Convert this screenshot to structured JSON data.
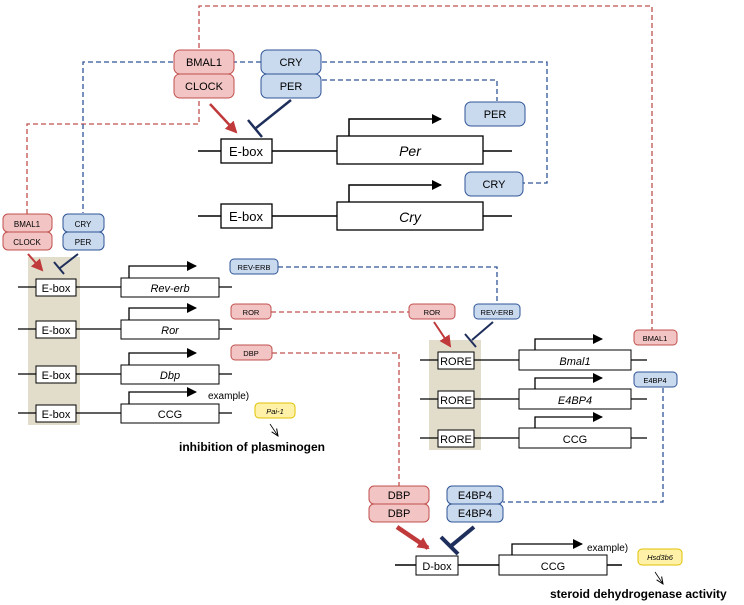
{
  "colors": {
    "red_fill": "#f2c4c4",
    "red_stroke": "#c0504d",
    "blue_fill": "#c9d9ee",
    "blue_stroke": "#2f5597",
    "yellow_fill": "#fff2a8",
    "yellow_stroke": "#e0c000",
    "band": "#e2dccb",
    "arrow_red": "#c0393b",
    "arrow_navy": "#1f2f5c"
  },
  "top": {
    "bmal1": "BMAL1",
    "clock": "CLOCK",
    "cry": "CRY",
    "per": "PER",
    "ebox1": "E-box",
    "gene1": "Per",
    "ebox2": "E-box",
    "gene2": "Cry",
    "per_out": "PER",
    "cry_out": "CRY"
  },
  "left": {
    "bmal1": "BMAL1",
    "clock": "CLOCK",
    "cry": "CRY",
    "per": "PER",
    "rows": [
      {
        "ebox": "E-box",
        "gene": "Rev-erb",
        "italic": true
      },
      {
        "ebox": "E-box",
        "gene": "Ror",
        "italic": true
      },
      {
        "ebox": "E-box",
        "gene": "Dbp",
        "italic": true
      },
      {
        "ebox": "E-box",
        "gene": "CCG",
        "italic": false
      }
    ],
    "rev_erb_out": "REV-ERB",
    "ror_out": "ROR",
    "dbp_out": "DBP",
    "example": "example)",
    "pai1": "Pai-1",
    "caption": "inhibition of plasminogen"
  },
  "right": {
    "ror_in": "ROR",
    "rev_erb_in": "REV-ERB",
    "rows": [
      {
        "rore": "RORE",
        "gene": "Bmal1",
        "italic": true
      },
      {
        "rore": "RORE",
        "gene": "E4BP4",
        "italic": true
      },
      {
        "rore": "RORE",
        "gene": "CCG",
        "italic": false
      }
    ],
    "bmal1_out": "BMAL1",
    "e4bp4_out": "E4BP4"
  },
  "bottom": {
    "dbp1": "DBP",
    "dbp2": "DBP",
    "e4bp4_1": "E4BP4",
    "e4bp4_2": "E4BP4",
    "dbox": "D-box",
    "gene": "CCG",
    "example": "example)",
    "hsd": "Hsd3b6",
    "caption": "steroid dehydrogenase activity"
  }
}
